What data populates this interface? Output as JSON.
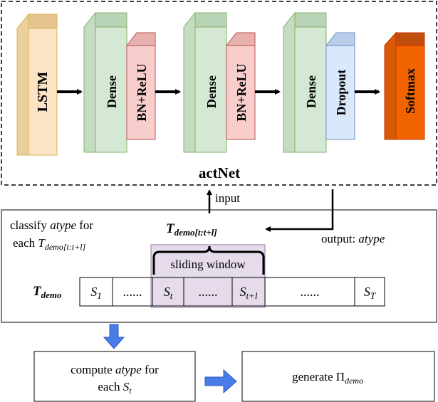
{
  "network": {
    "title": "actNet",
    "layers": {
      "lstm": "LSTM",
      "dense1": "Dense",
      "bn1": "BN+ReLU",
      "dense2": "Dense",
      "bn2": "BN+ReLU",
      "dense3": "Dense",
      "dropout": "Dropout",
      "softmax": "Softmax"
    },
    "colors": {
      "lstm": "#FCE3C4",
      "dense": "#D5E8D4",
      "bnrelu": "#F8CECC",
      "dropout": "#DAE8FC",
      "softmax": "#F26400"
    }
  },
  "flow": {
    "input_label": "input",
    "output_prefix": "output: ",
    "output_var": "atype"
  },
  "classify": {
    "line1_prefix": "classify ",
    "line1_var": "atype",
    "line1_suffix": " for",
    "line2_prefix": "each ",
    "line2_T": "T",
    "line2_sub": "demo[t:t+l]"
  },
  "window": {
    "T": "T",
    "T_sub": "demo[t:t+l]",
    "label": "sliding window",
    "color": "#E1D5E7"
  },
  "sequence": {
    "T": "T",
    "T_sub": "demo",
    "cells": [
      {
        "main": "S",
        "sub": "1"
      },
      {
        "main": "......",
        "sub": ""
      },
      {
        "main": "S",
        "sub": "t"
      },
      {
        "main": "......",
        "sub": ""
      },
      {
        "main": "S",
        "sub": "t+l"
      },
      {
        "main": "......",
        "sub": ""
      },
      {
        "main": "S",
        "sub": "T"
      }
    ]
  },
  "compute": {
    "line1_prefix": "compute ",
    "line1_var": "atype",
    "line1_suffix": " for",
    "line2_prefix": "each ",
    "line2_S": "S",
    "line2_sub": "t"
  },
  "generate": {
    "prefix": "generate ",
    "symbol": "Π",
    "sub": "demo"
  },
  "arrow_color": "#4A7CE8"
}
